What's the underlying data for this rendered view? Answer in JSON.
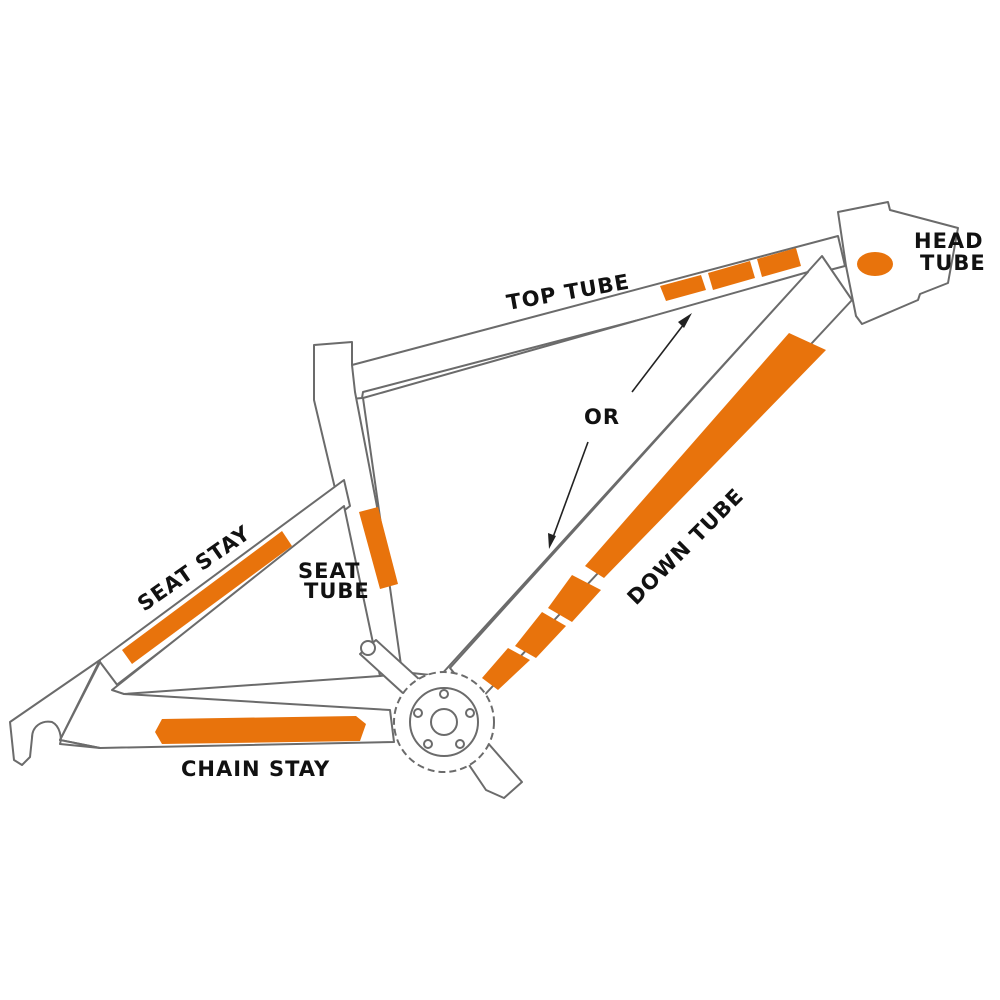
{
  "labels": {
    "top_tube": "TOP TUBE",
    "head_tube_line1": "HEAD",
    "head_tube_line2": "TUBE",
    "seat_stay": "SEAT STAY",
    "seat_tube_line1": "SEAT",
    "seat_tube_line2": "TUBE",
    "down_tube": "DOWN TUBE",
    "chain_stay": "CHAIN STAY",
    "or": "OR"
  },
  "colors": {
    "protector": "#e8730c",
    "outline": "#6b6b6b",
    "text": "#111111",
    "background": "#ffffff"
  },
  "icons": {
    "crankset": "chainring-crank-icon",
    "arrows": "double-headed-arrow-icon"
  }
}
